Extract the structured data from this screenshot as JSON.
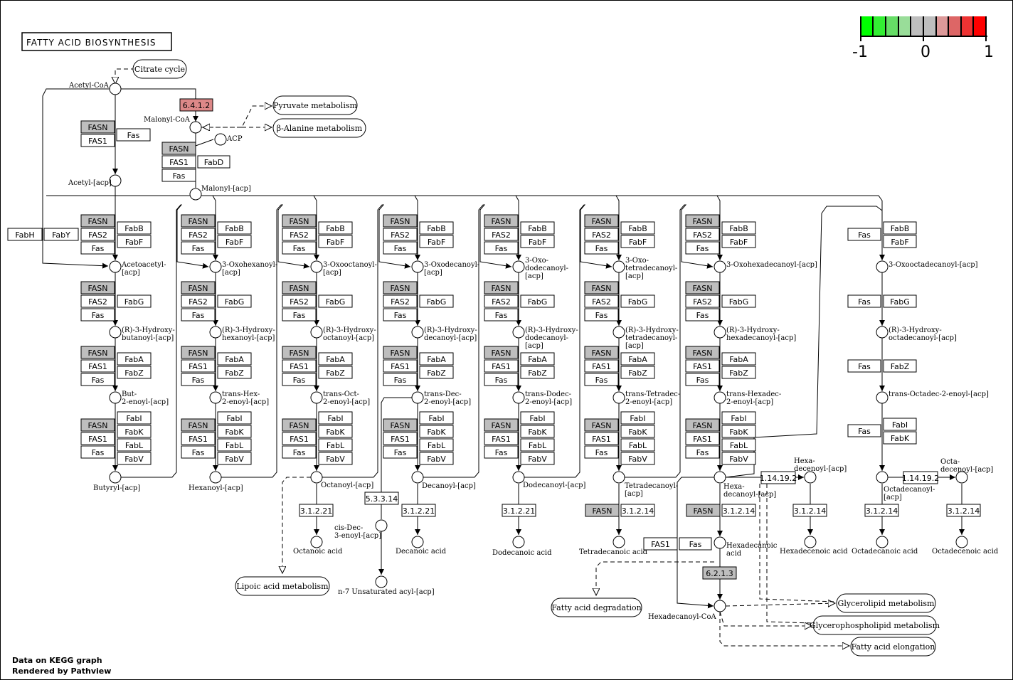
{
  "title": "FATTY ACID BIOSYNTHESIS",
  "legend": {
    "min_label": "-1",
    "mid_label": "0",
    "max_label": "1",
    "colors": [
      "#00ff00",
      "#33ee33",
      "#66dd66",
      "#99dd99",
      "#bebebe",
      "#bebebe",
      "#dd9999",
      "#dd6666",
      "#ee3333",
      "#ff0000"
    ]
  },
  "footer": {
    "line1": "Data on KEGG graph",
    "line2": "Rendered by  Pathview"
  },
  "pathways": {
    "citrate": "Citrate cycle",
    "pyruvate": "Pyruvate metabolism",
    "alanine": "β-Alanine metabolism",
    "lipoic": "Lipoic acid metabolism",
    "degradation": "Fatty acid degradation",
    "glycerolipid": "Glycerolipid metabolism",
    "glycerophospholipid": "Glycerophospholipid metabolism",
    "elongation": "Fatty acid elongation"
  },
  "top_compounds": {
    "acetylcoa": "Acetyl-CoA",
    "malonylcoa": "Malonyl-CoA",
    "acp": "ACP",
    "acetylacp": "Acetyl-[acp]",
    "malonylacp": "Malonyl-[acp]"
  },
  "top_genes": {
    "acc": "6.4.1.2",
    "fasn": "FASN",
    "fas1": "FAS1",
    "fas": "Fas",
    "fabd": "FabD"
  },
  "left_genes": {
    "fabh": "FabH",
    "faby": "FabY"
  },
  "gene_labels": {
    "FASN": "FASN",
    "FAS2": "FAS2",
    "FAS1": "FAS1",
    "Fas": "Fas",
    "FabB": "FabB",
    "FabF": "FabF",
    "FabG": "FabG",
    "FabA": "FabA",
    "FabZ": "FabZ",
    "FabI": "FabI",
    "FabK": "FabK",
    "FabL": "FabL",
    "FabV": "FabV"
  },
  "columns": [
    {
      "oxo": [
        "Acetoacetyl-",
        "[acp]"
      ],
      "hyd": [
        "(R)-3-Hydroxy-",
        "butanoyl-[acp]"
      ],
      "enoyl": [
        "But-",
        "2-enoyl-[acp]"
      ],
      "acyl": [
        "Butyryl-[acp]"
      ]
    },
    {
      "oxo": [
        "3-Oxohexanoyl-",
        "[acp]"
      ],
      "hyd": [
        "(R)-3-Hydroxy-",
        "hexanoyl-[acp]"
      ],
      "enoyl": [
        "trans-Hex-",
        "2-enoyl-[acp]"
      ],
      "acyl": [
        "Hexanoyl-[acp]"
      ]
    },
    {
      "oxo": [
        "3-Oxooctanoyl-",
        "[acp]"
      ],
      "hyd": [
        "(R)-3-Hydroxy-",
        "octanoyl-[acp]"
      ],
      "enoyl": [
        "trans-Oct-",
        "2-enoyl-[acp]"
      ],
      "acyl": [
        "Octanoyl-[acp]"
      ]
    },
    {
      "oxo": [
        "3-Oxodecanoyl-",
        "[acp]"
      ],
      "hyd": [
        "(R)-3-Hydroxy-",
        "decanoyl-[acp]"
      ],
      "enoyl": [
        "trans-Dec-",
        "2-enoyl-[acp]"
      ],
      "acyl": [
        "Decanoyl-[acp]"
      ]
    },
    {
      "oxo": [
        "3-Oxo-",
        "dodecanoyl-",
        "[acp]"
      ],
      "hyd": [
        "(R)-3-Hydroxy-",
        "dodecanoyl-",
        "[acp]"
      ],
      "enoyl": [
        "trans-Dodec-",
        "2-enoyl-[acp]"
      ],
      "acyl": [
        "Dodecanoyl-[acp]"
      ]
    },
    {
      "oxo": [
        "3-Oxo-",
        "tetradecanoyl-",
        "[acp]"
      ],
      "hyd": [
        "(R)-3-Hydroxy-",
        "tetradecanoyl-",
        "[acp]"
      ],
      "enoyl": [
        "trans-Tetradec-",
        "2-enoyl-[acp]"
      ],
      "acyl": [
        "Tetradecanoyl-",
        "[acp]"
      ]
    },
    {
      "oxo": [
        "3-Oxohexadecanoyl-[acp]"
      ],
      "hyd": [
        "(R)-3-Hydroxy-",
        "hexadecanoyl-[acp]"
      ],
      "enoyl": [
        "trans-Hexadec-",
        "2-enoyl-[acp]"
      ],
      "acyl": [
        "Hexa-",
        "decanoyl-[acp]"
      ]
    },
    {
      "oxo": [
        "3-Oxooctadecanoyl-[acp]"
      ],
      "hyd": [
        "(R)-3-Hydroxy-",
        "octadecanoyl-[acp]"
      ],
      "enoyl": [
        "trans-Octadec-2-enoyl-[acp]"
      ],
      "acyl": [
        "Octadecanoyl-",
        "[acp]"
      ]
    }
  ],
  "te_labels": [
    "3.1.2.21",
    "3.1.2.21",
    "3.1.2.21",
    "3.1.2.14",
    "3.1.2.14",
    "3.1.2.14",
    "3.1.2.14",
    "1.14.19.2",
    "1.14.19.2",
    "5.3.3.14",
    "6.2.1.3"
  ],
  "te_fasn": "FASN",
  "acids": {
    "octanoic": "Octanoic acid",
    "decanoic": "Decanoic acid",
    "dodecanoic": "Dodecanoic acid",
    "tetradecanoic": "Tetradecanoic acid",
    "hexadecanoic": [
      "Hexadecanoic",
      "acid"
    ],
    "hexadecenoyl": [
      "Hexa-",
      "decenoyl-[acp]"
    ],
    "hexadecenoic": "Hexadecenoic acid",
    "octadecanoic": "Octadecanoic acid",
    "octadecenoyl": [
      "Octa-",
      "decenoyl-[acp]"
    ],
    "octadecenoic": "Octadecenoic acid",
    "cisdec": [
      "cis-Dec-",
      "3-enoyl-[acp]"
    ],
    "n7": "n-7 Unsaturated acyl-[acp]",
    "hexadecanoylcoa": "Hexadecanoyl-CoA"
  },
  "hexadecanoic_genes": {
    "fas1": "FAS1",
    "fas": "Fas"
  }
}
